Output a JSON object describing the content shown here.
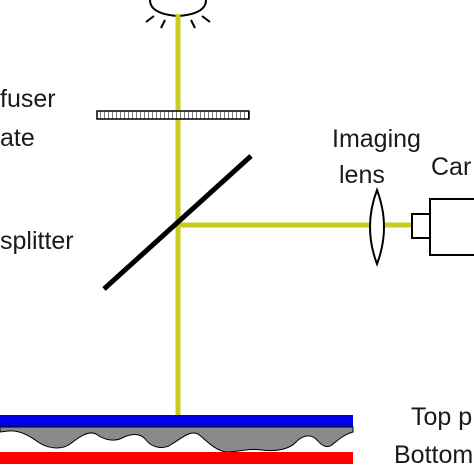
{
  "labels": {
    "diffuser_line1": "fuser",
    "diffuser_line2": "ate",
    "beamsplitter": "splitter",
    "imaging_line1": "Imaging",
    "imaging_line2": "lens",
    "camera": "Car",
    "top_plate": "Top p",
    "bottom_plate": "Bottom"
  },
  "colors": {
    "beam": "#c8cc1e",
    "top_plate": "#0000e6",
    "bottom_plate": "#ff0000",
    "sample_gray": "#8a8a8a",
    "outline": "#000000"
  }
}
